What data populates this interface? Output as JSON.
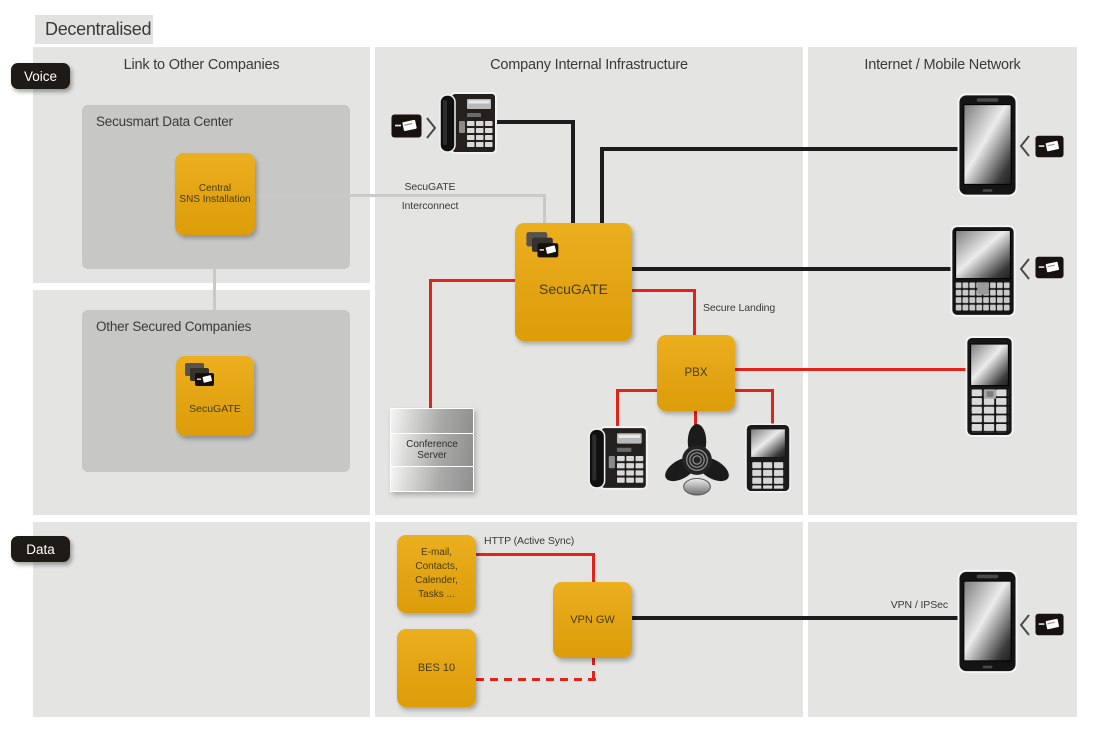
{
  "title": "Decentralised",
  "rows": {
    "voice": "Voice",
    "data": "Data"
  },
  "headers": {
    "left": "Link to Other Companies",
    "middle": "Company Internal Infrastructure",
    "right": "Internet / Mobile Network"
  },
  "voice": {
    "secusmart_dc": {
      "title": "Secusmart Data Center",
      "central_sns": "Central\nSNS Installation"
    },
    "other_secured": {
      "title": "Other Secured Companies",
      "secugate": "SecuGATE"
    },
    "secugate_main": "SecuGATE",
    "pbx": "PBX",
    "conference_server": "Conference\nServer",
    "labels": {
      "interconnect": "SecuGATE\nInterconnect",
      "secure_landing": "Secure Landing"
    }
  },
  "data_row": {
    "email": "E-mail,\nContacts,\nCalender,\nTasks ...",
    "bes": "BES 10",
    "vpn_gw": "VPN GW",
    "labels": {
      "http": "HTTP (Active Sync)",
      "vpn": "VPN / IPSec"
    }
  },
  "icons": {
    "security_card": "security-card-icon",
    "secugate_stack": "stacked-secure-phones-icon",
    "chevron_left": "chevron-left-icon",
    "chevron_right": "chevron-right-icon",
    "desk_phone": "desk-phone-icon",
    "conference_phone": "conference-speakerphone-icon",
    "keypad_phone": "keypad-phone-icon",
    "smartphone": "touchscreen-smartphone-icon",
    "qwerty_phone": "qwerty-phone-icon",
    "feature_phone": "feature-phone-icon",
    "server": "server-icon"
  },
  "colors": {
    "accent_orange": "#e3a414",
    "line_red": "#e2231a",
    "line_black": "#1c1c1c",
    "line_gray": "#c9c9c8",
    "panel_gray": "#e4e4e3",
    "inner_box_gray": "#c7c7c6",
    "badge_black": "#1e1a16",
    "title_chip_gray": "#e2e2e1",
    "text_dark": "#3a3a38",
    "node_text": "#463c14"
  }
}
